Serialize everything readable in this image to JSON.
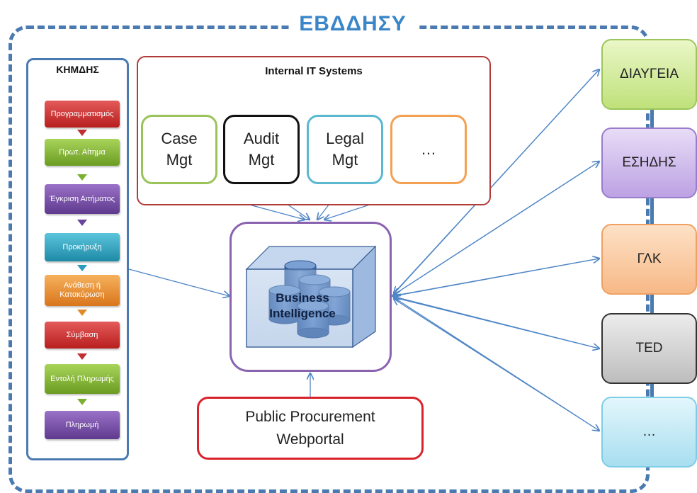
{
  "title": "ΕΒΔΔΗΣΥ",
  "left_panel": {
    "title": "ΚΗΜΔΗΣ",
    "steps": [
      {
        "label": "Προγραμματισμός",
        "color": "red"
      },
      {
        "label": "Πρωτ. Αίτημα",
        "color": "green"
      },
      {
        "label": "Έγκριση Αιτήματος",
        "color": "purple"
      },
      {
        "label": "Προκήρυξη",
        "color": "teal"
      },
      {
        "label": "Ανάθεση ή Κατακύρωση",
        "color": "orange"
      },
      {
        "label": "Σύμβαση",
        "color": "red"
      },
      {
        "label": "Εντολή Πληρωμής",
        "color": "green"
      },
      {
        "label": "Πληρωμή",
        "color": "purple"
      }
    ]
  },
  "internal_it": {
    "title": "Internal IT Systems",
    "modules": [
      {
        "line1": "Case",
        "line2": "Mgt",
        "border": "#9ac35a"
      },
      {
        "line1": "Audit",
        "line2": "Mgt",
        "border": "#111111"
      },
      {
        "line1": "Legal",
        "line2": "Mgt",
        "border": "#5ab8d0"
      },
      {
        "line1": "…",
        "line2": "",
        "border": "#f3a050"
      }
    ]
  },
  "bi": {
    "line1": "Business",
    "line2": "Intelligence"
  },
  "portal": {
    "line1": "Public Procurement",
    "line2": "Webportal"
  },
  "external": [
    {
      "label": "ΔΙΑΥΓΕΙΑ",
      "color": "green"
    },
    {
      "label": "ΕΣΗΔΗΣ",
      "color": "purple"
    },
    {
      "label": "ΓΛΚ",
      "color": "orange"
    },
    {
      "label": "TED",
      "color": "gray"
    },
    {
      "label": "…",
      "color": "cyan"
    }
  ],
  "colors": {
    "frame_blue": "#4a7ab0",
    "title_blue": "#3a86c8",
    "arrow_blue": "#4f86c6",
    "portal_red": "#d8232a",
    "it_border": "#b03a3a",
    "bi_border": "#8a63b0"
  }
}
